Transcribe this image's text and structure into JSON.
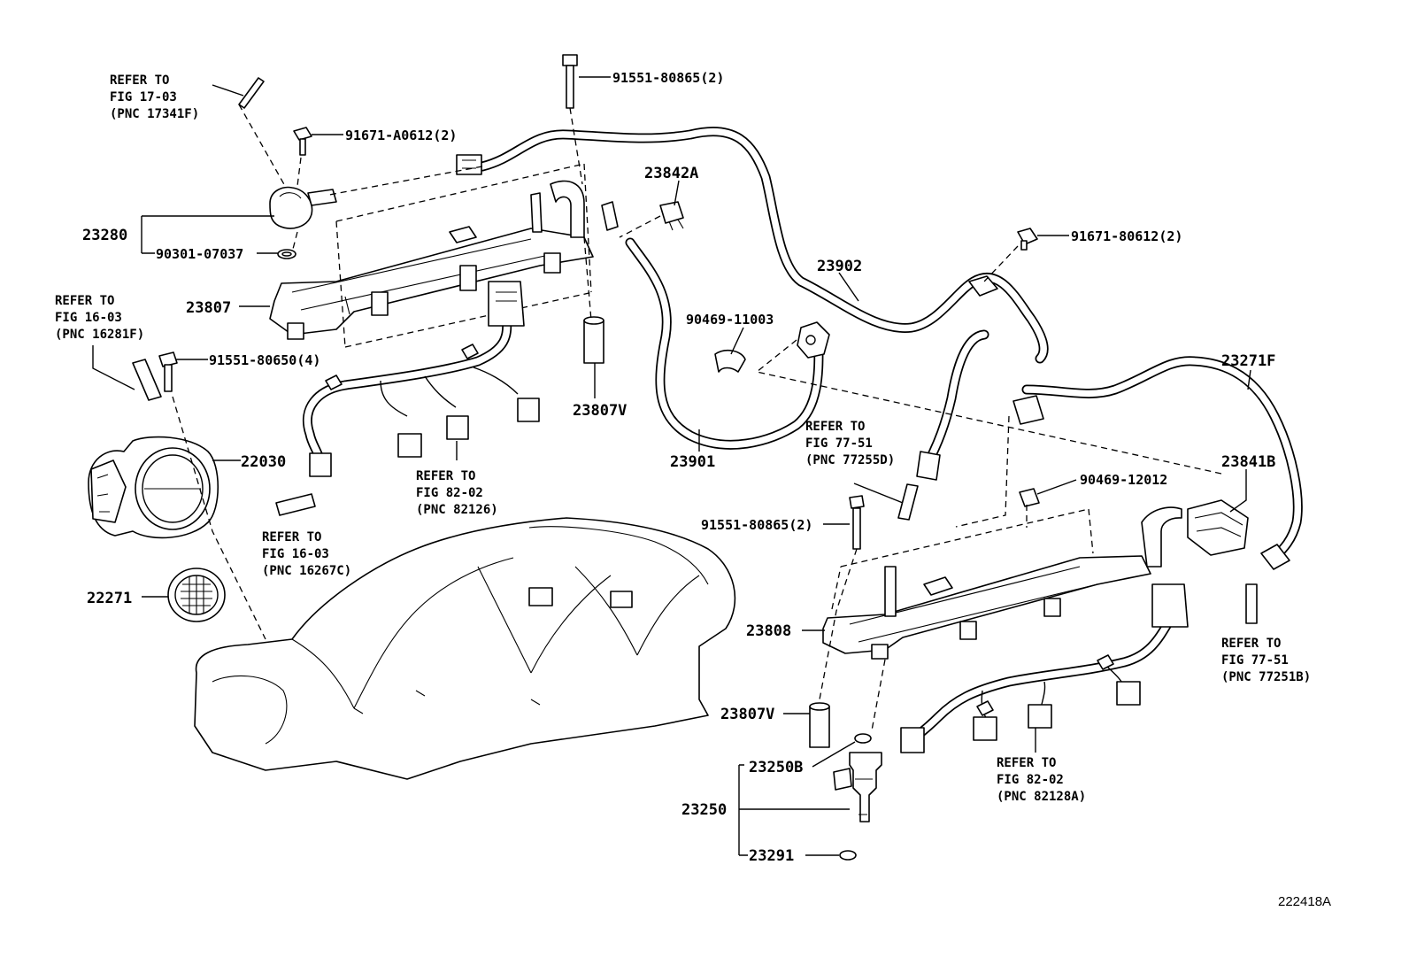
{
  "labels": {
    "p91551_80865_top": "91551-80865(2)",
    "p91671_A0612": "91671-A0612(2)",
    "p23280": "23280",
    "p90301_07037": "90301-07037",
    "p23807": "23807",
    "p91551_80650": "91551-80650(4)",
    "p22030": "22030",
    "p22271": "22271",
    "p23842A": "23842A",
    "p23807V_top": "23807V",
    "p23901": "23901",
    "p90469_11003": "90469-11003",
    "p23902": "23902",
    "p91671_80612": "91671-80612(2)",
    "p23271F": "23271F",
    "p23841B": "23841B",
    "p90469_12012": "90469-12012",
    "p91551_80865_bot": "91551-80865(2)",
    "p23808": "23808",
    "p23807V_bot": "23807V",
    "p23250B": "23250B",
    "p23250": "23250",
    "p23291": "23291",
    "figure_id": "222418A"
  },
  "references": {
    "r1": [
      "REFER TO",
      "FIG 17-03",
      "(PNC 17341F)"
    ],
    "r2": [
      "REFER TO",
      "FIG 16-03",
      "(PNC 16281F)"
    ],
    "r3": [
      "REFER TO",
      "FIG 16-03",
      "(PNC 16267C)"
    ],
    "r4": [
      "REFER TO",
      "FIG 82-02",
      "(PNC 82126)"
    ],
    "r5": [
      "REFER TO",
      "FIG 77-51",
      "(PNC 77255D)"
    ],
    "r6": [
      "REFER TO",
      "FIG 77-51",
      "(PNC 77251B)"
    ],
    "r7": [
      "REFER TO",
      "FIG 82-02",
      "(PNC 82128A)"
    ]
  }
}
